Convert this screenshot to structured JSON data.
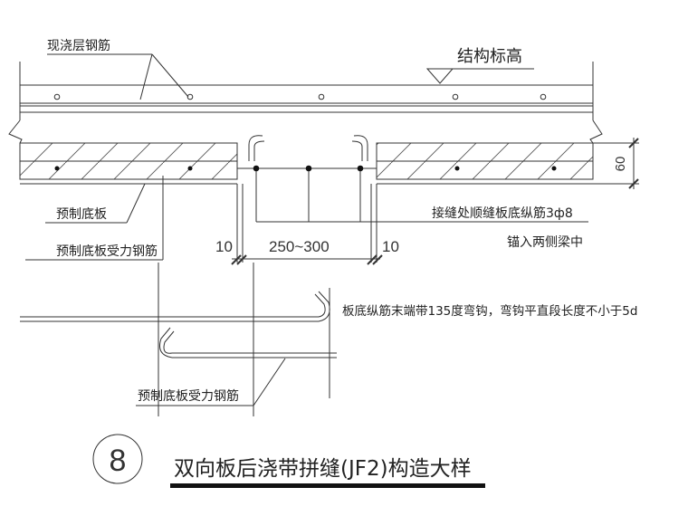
{
  "labels": {
    "cast_layer_rebar": "现浇层钢筋",
    "structure_elevation": "结构标高",
    "precast_bottom_slab": "预制底板",
    "precast_bottom_slab_rebar": "预制底板受力钢筋",
    "joint_rebar": "接缝处顺缝板底纵筋3ф8",
    "anchor_note": "锚入两侧梁中",
    "hook_note": "板底纵筋末端带135度弯钩，弯钩平直段长度不小于5d",
    "precast_bottom_slab_rebar_2": "预制底板受力钢筋"
  },
  "dimensions": {
    "left_gap": "10",
    "joint_width": "250~300",
    "right_gap": "10",
    "slab_thickness": "60"
  },
  "title": {
    "number": "8",
    "text": "双向板后浇带拼缝(JF2)构造大样"
  }
}
